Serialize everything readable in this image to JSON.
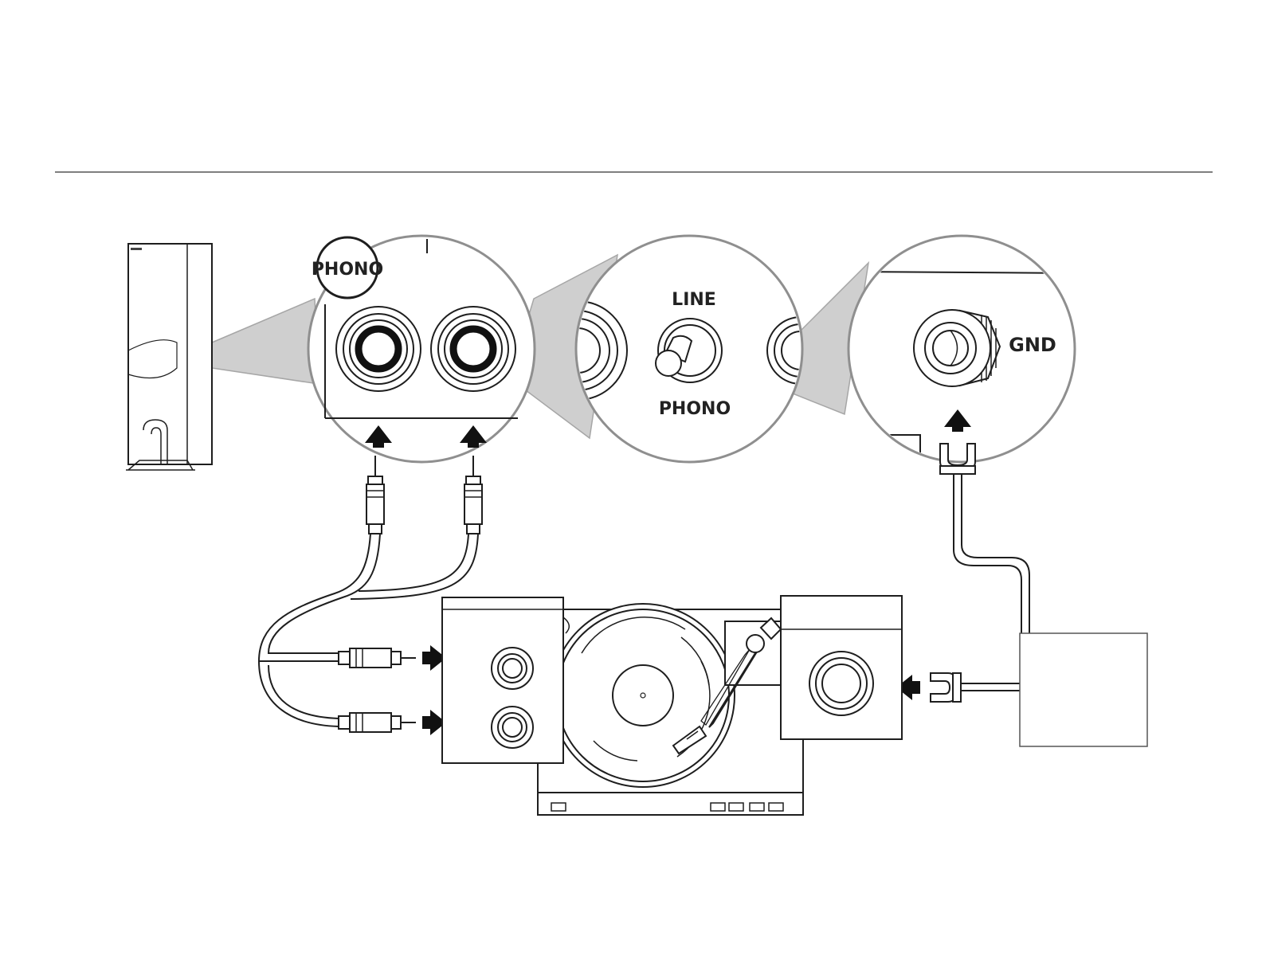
{
  "labels": {
    "phono_badge": "PHONO",
    "switch_top": "LINE",
    "switch_bottom": "PHONO",
    "ground": "GND"
  },
  "colors": {
    "line": "#1e1e1e",
    "zoom_fill": "#cfcfcf",
    "lens_border": "#8f8f8f",
    "arrow": "#111111"
  }
}
